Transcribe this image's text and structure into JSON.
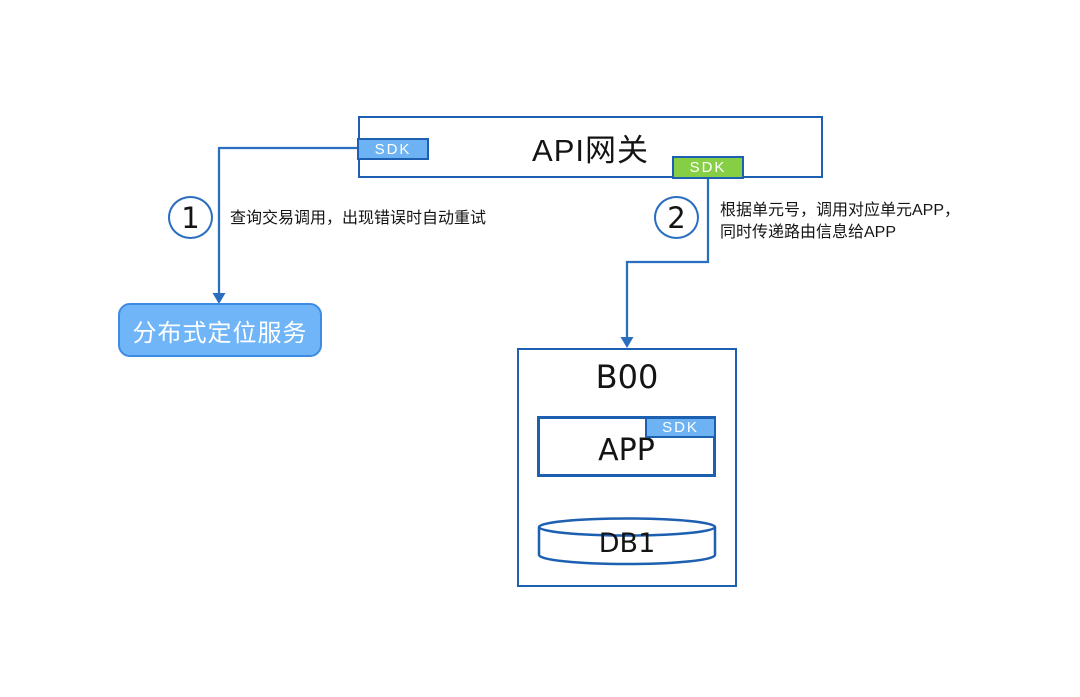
{
  "colors": {
    "border_blue": "#1d5fb0",
    "line_blue": "#2a6ec0",
    "light_blue": "#6db3f4",
    "green": "#86cf45",
    "service_fill": "#6fb5f8",
    "service_border": "#3e8be4",
    "text_black": "#141414",
    "white": "#ffffff"
  },
  "gateway": {
    "title": "API网关",
    "sdk_left": "SDK",
    "sdk_right": "SDK"
  },
  "steps": [
    {
      "number": "1",
      "text": "查询交易调用，出现错误时自动重试"
    },
    {
      "number": "2",
      "lines": [
        "根据单元号，调用对应单元APP，",
        "同时传递路由信息给APP"
      ]
    }
  ],
  "location_service": {
    "label": "分布式定位服务"
  },
  "unit": {
    "title": "B00",
    "app": {
      "label": "APP",
      "sdk": "SDK"
    },
    "db": {
      "label": "DB1"
    }
  }
}
